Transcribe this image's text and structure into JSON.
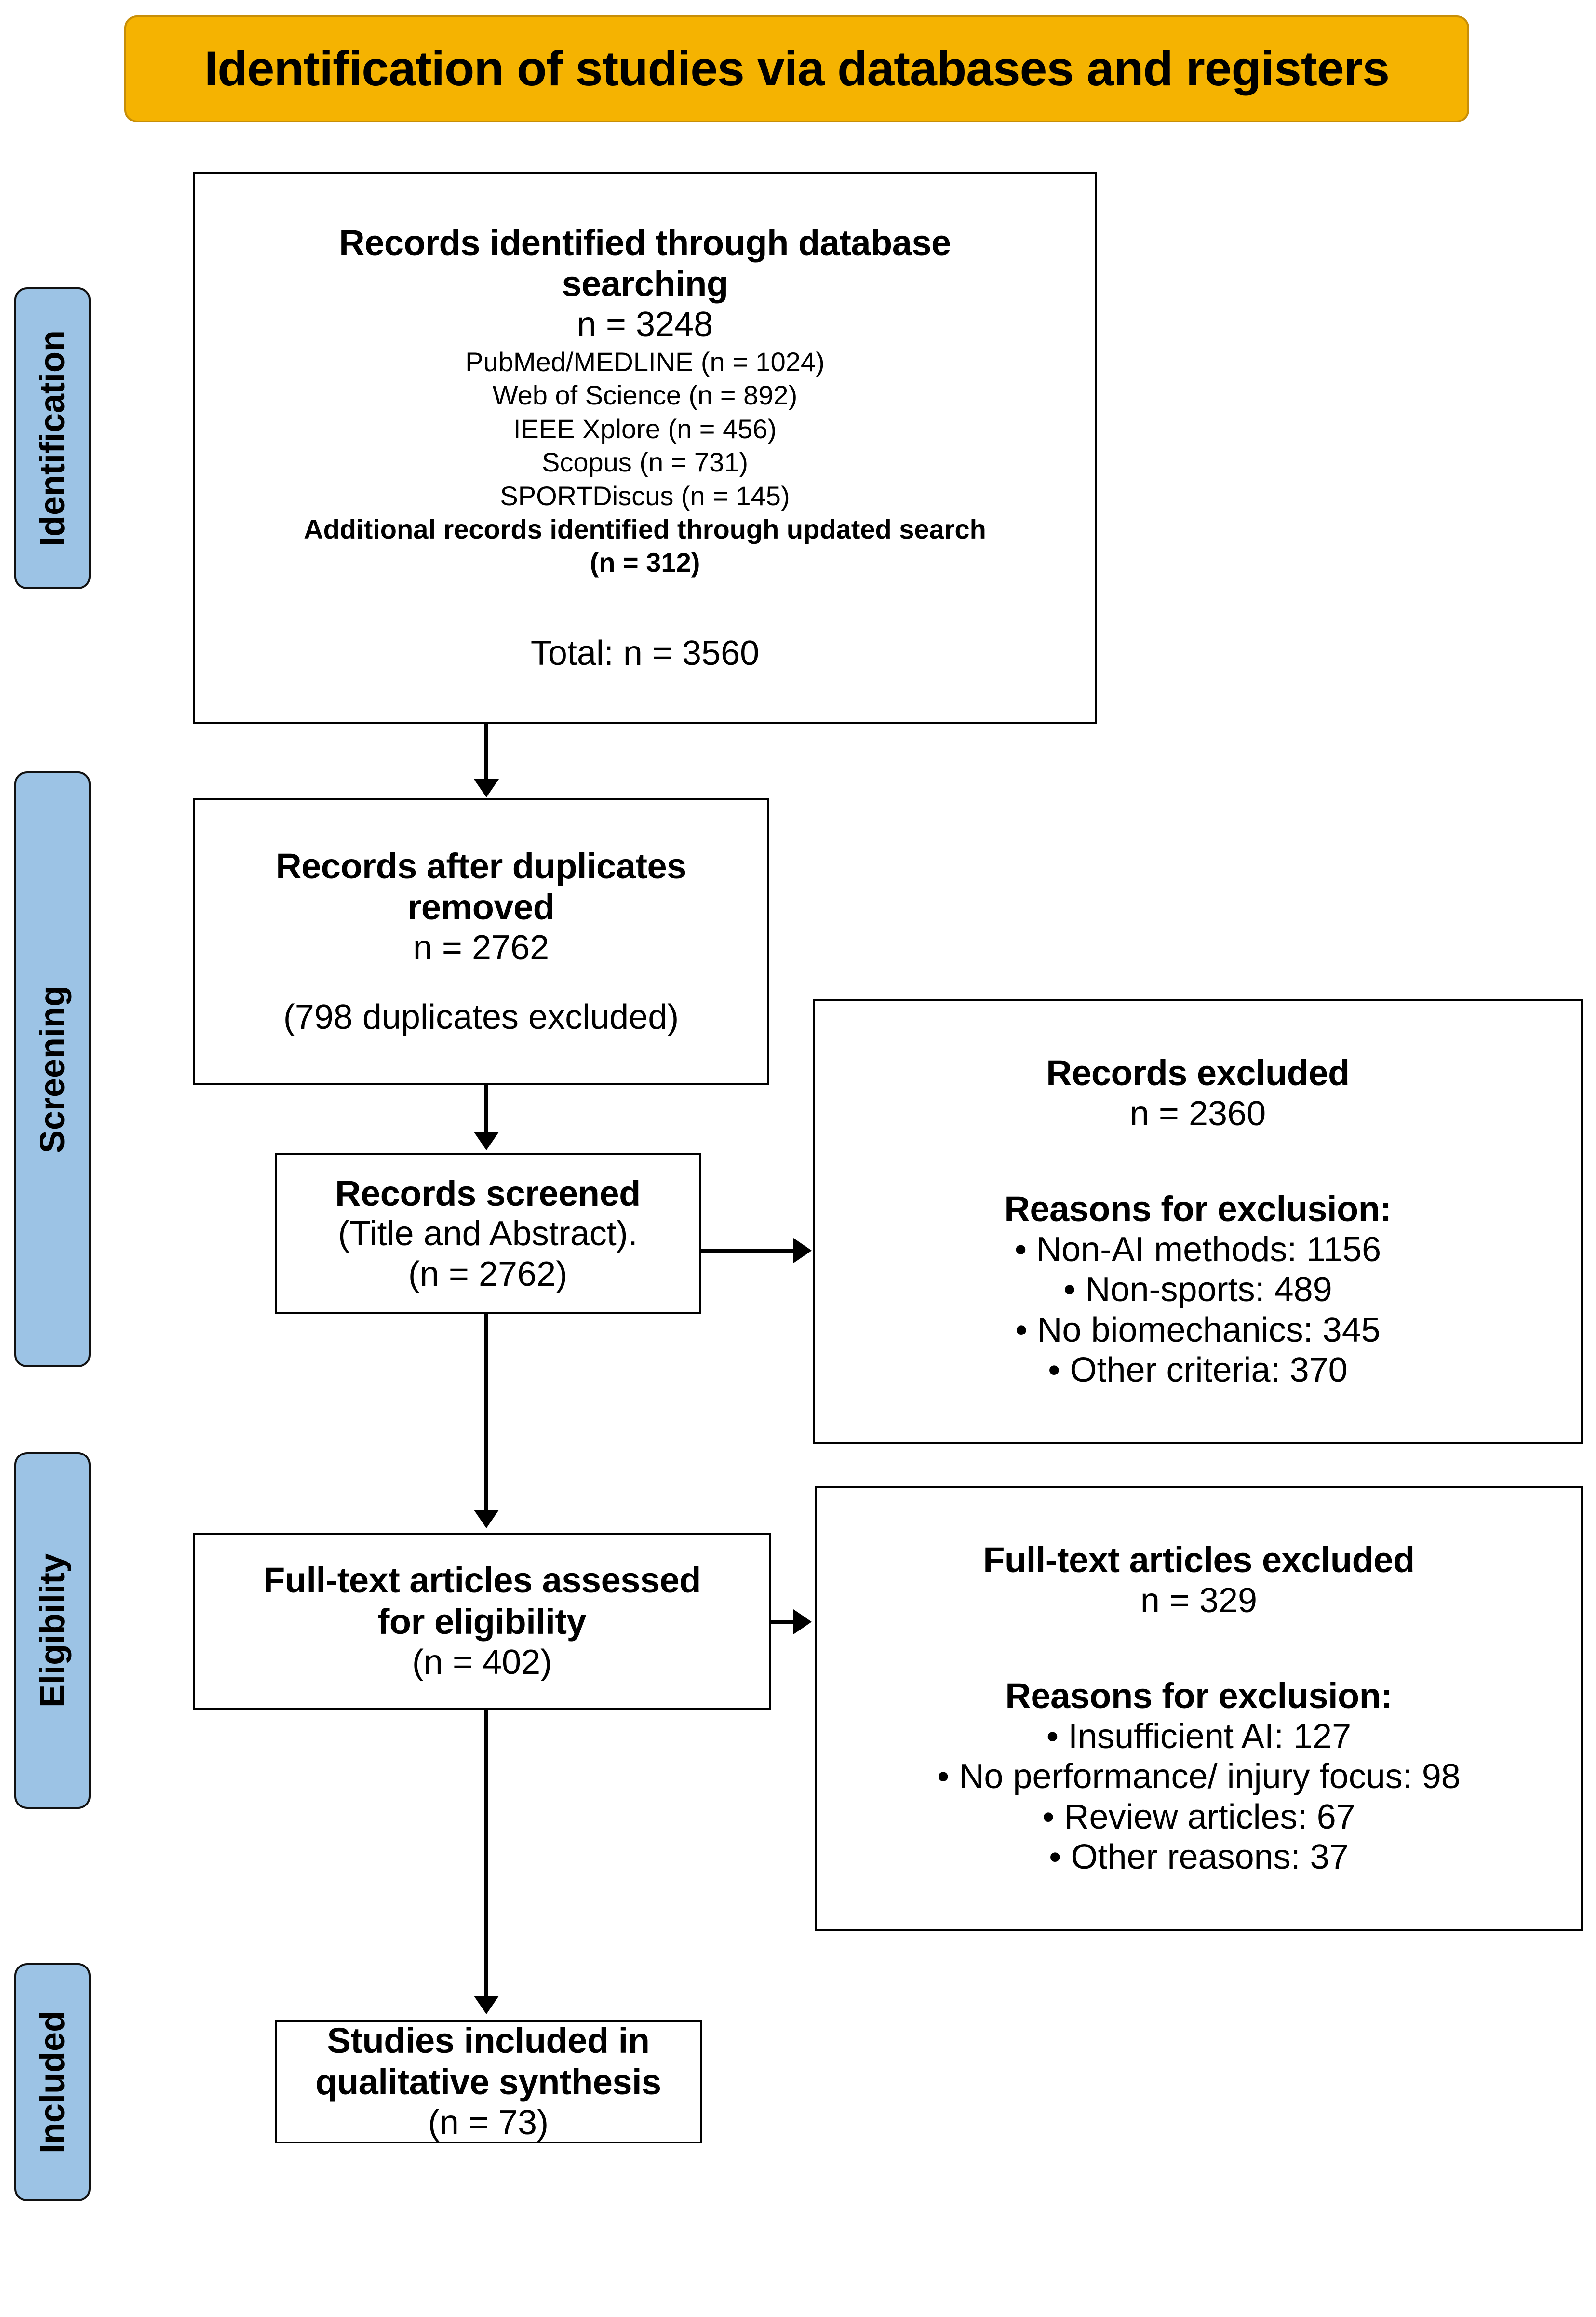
{
  "title": {
    "text": "Identification of studies via databases and registers",
    "background_color": "#F5B301"
  },
  "colors": {
    "banner": "#F5B301",
    "stage_sidebar": "#9CC3E5",
    "box_border": "#000000",
    "box_background": "#FFFFFF"
  },
  "stages": [
    {
      "label": "Identification"
    },
    {
      "label": "Screening"
    },
    {
      "label": "Eligibility"
    },
    {
      "label": "Included"
    }
  ],
  "boxes": {
    "identified": {
      "heading_line1": "Records identified through database",
      "heading_line2": "searching",
      "total_n": "n = 3248",
      "sources": [
        "PubMed/MEDLINE (n = 1024)",
        "Web of Science (n = 892)",
        "IEEE Xplore (n = 456)",
        "Scopus (n = 731)",
        "SPORTDiscus (n = 145)"
      ],
      "additional_line1": "Additional records identified through updated search",
      "additional_line2": "(n = 312)",
      "total": "Total: n = 3560"
    },
    "duplicates_removed": {
      "heading_line1": "Records after duplicates",
      "heading_line2": "removed",
      "count": "n = 2762",
      "note": "(798 duplicates excluded)"
    },
    "records_screened": {
      "heading": "Records screened",
      "subtitle": "(Title and Abstract).",
      "count": "(n = 2762)"
    },
    "records_excluded": {
      "heading": "Records excluded",
      "count": "n = 2360",
      "reasons_heading": "Reasons for exclusion:",
      "reasons": [
        "• Non-AI methods: 1156",
        "• Non-sports: 489",
        "• No biomechanics: 345",
        "• Other criteria: 370"
      ]
    },
    "fulltext_assessed": {
      "heading_line1": "Full-text articles assessed",
      "heading_line2": "for eligibility",
      "count": "(n = 402)"
    },
    "fulltext_excluded": {
      "heading": "Full-text articles excluded",
      "count": "n = 329",
      "reasons_heading": "Reasons for exclusion:",
      "reasons": [
        "• Insufficient AI: 127",
        "• No performance/ injury focus: 98",
        "• Review articles: 67",
        "• Other reasons: 37"
      ]
    },
    "studies_included": {
      "heading_line1": "Studies included in",
      "heading_line2": "qualitative synthesis",
      "count": "(n = 73)"
    }
  },
  "chart_data": {
    "type": "diagram",
    "title": "Identification of studies via databases and registers",
    "nodes": [
      {
        "id": "identified",
        "stage": "Identification",
        "label": "Records identified through database searching",
        "n": 3248,
        "total_n": 3560,
        "breakdown": [
          {
            "source": "PubMed/MEDLINE",
            "n": 1024
          },
          {
            "source": "Web of Science",
            "n": 892
          },
          {
            "source": "IEEE Xplore",
            "n": 456
          },
          {
            "source": "Scopus",
            "n": 731
          },
          {
            "source": "SPORTDiscus",
            "n": 145
          },
          {
            "source": "Additional records identified through updated search",
            "n": 312
          }
        ]
      },
      {
        "id": "duplicates_removed",
        "stage": "Screening",
        "label": "Records after duplicates removed",
        "n": 2762,
        "excluded": 798
      },
      {
        "id": "records_screened",
        "stage": "Screening",
        "label": "Records screened (Title and Abstract).",
        "n": 2762
      },
      {
        "id": "records_excluded",
        "stage": "Screening",
        "label": "Records excluded",
        "n": 2360,
        "breakdown": [
          {
            "reason": "Non-AI methods",
            "n": 1156
          },
          {
            "reason": "Non-sports",
            "n": 489
          },
          {
            "reason": "No biomechanics",
            "n": 345
          },
          {
            "reason": "Other criteria",
            "n": 370
          }
        ]
      },
      {
        "id": "fulltext_assessed",
        "stage": "Eligibility",
        "label": "Full-text articles assessed for eligibility",
        "n": 402
      },
      {
        "id": "fulltext_excluded",
        "stage": "Eligibility",
        "label": "Full-text articles excluded",
        "n": 329,
        "breakdown": [
          {
            "reason": "Insufficient AI",
            "n": 127
          },
          {
            "reason": "No performance/ injury focus",
            "n": 98
          },
          {
            "reason": "Review articles",
            "n": 67
          },
          {
            "reason": "Other reasons",
            "n": 37
          }
        ]
      },
      {
        "id": "studies_included",
        "stage": "Included",
        "label": "Studies included in qualitative synthesis",
        "n": 73
      }
    ],
    "edges": [
      {
        "from": "identified",
        "to": "duplicates_removed",
        "direction": "down"
      },
      {
        "from": "duplicates_removed",
        "to": "records_screened",
        "direction": "down"
      },
      {
        "from": "records_screened",
        "to": "records_excluded",
        "direction": "right"
      },
      {
        "from": "records_screened",
        "to": "fulltext_assessed",
        "direction": "down"
      },
      {
        "from": "fulltext_assessed",
        "to": "fulltext_excluded",
        "direction": "right"
      },
      {
        "from": "fulltext_assessed",
        "to": "studies_included",
        "direction": "down"
      }
    ]
  }
}
